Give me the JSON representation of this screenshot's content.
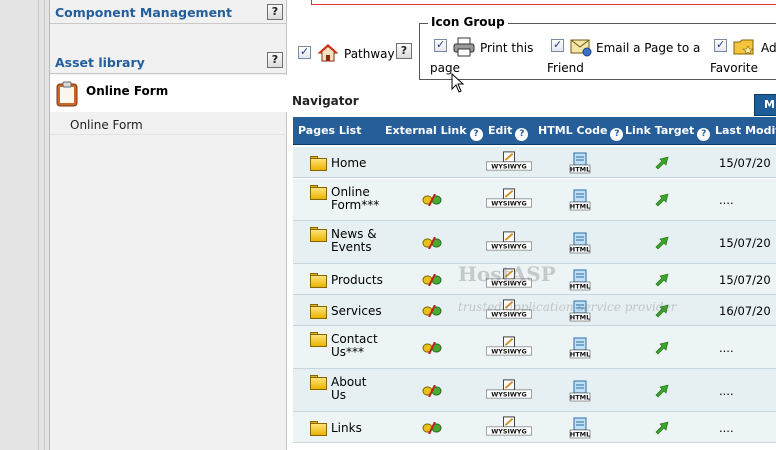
{
  "sidebar": {
    "component_management": "Component Management",
    "asset_library": "Asset library",
    "help_glyph": "?",
    "active_item": "Online Form",
    "sub_item": "Online Form"
  },
  "options": {
    "pathway_label": "Pathway",
    "help_glyph": "?",
    "icon_group_title": "Icon Group",
    "print_line1": "Print this",
    "print_line2": "page",
    "email_line1": "Email a Page to a",
    "email_line2": "Friend",
    "fav_line1": "Ad",
    "fav_line2": "Favorite"
  },
  "navigator": {
    "title": "Navigator",
    "tab_label": "M",
    "columns": {
      "pages_list": "Pages List",
      "external_link": "External Link",
      "edit": "Edit",
      "html_code": "HTML Code",
      "link_target": "Link Target",
      "last_modified": "Last Modifi"
    },
    "help_glyph": "?",
    "rows": [
      {
        "name1": "Home",
        "name2": "",
        "date": "15/07/20"
      },
      {
        "name1": "Online",
        "name2": "Form***",
        "date": "...."
      },
      {
        "name1": "News &",
        "name2": "Events",
        "date": "15/07/20"
      },
      {
        "name1": "Products",
        "name2": "",
        "date": "15/07/20"
      },
      {
        "name1": "Services",
        "name2": "",
        "date": "16/07/20"
      },
      {
        "name1": "Contact",
        "name2": "Us***",
        "date": "...."
      },
      {
        "name1": "About",
        "name2": "Us",
        "date": "...."
      },
      {
        "name1": "Links",
        "name2": "",
        "date": "...."
      }
    ]
  },
  "icons": {
    "wysiwyg_text": "WYSIWYG",
    "html_text": "HTML"
  },
  "watermark": {
    "line1": "HostASP",
    "line2": "trusted application service provider"
  },
  "colors": {
    "header_blue": "#255e98",
    "link_blue": "#245f9b",
    "row_bg": "#e6f0f2"
  }
}
